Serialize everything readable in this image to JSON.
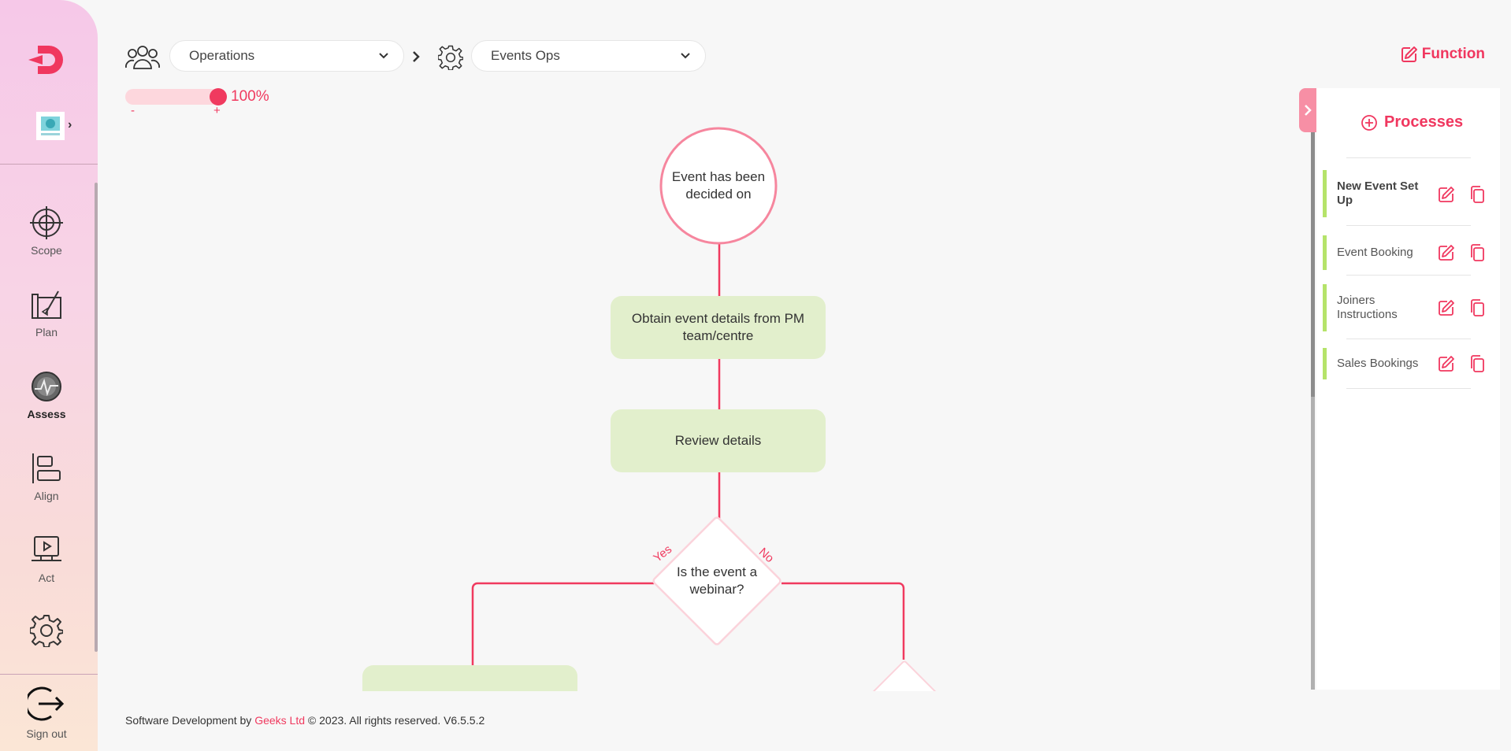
{
  "nav": {
    "items": [
      {
        "label": "Scope",
        "icon": "target-icon"
      },
      {
        "label": "Plan",
        "icon": "blueprint-icon"
      },
      {
        "label": "Assess",
        "icon": "assess-icon",
        "active": true
      },
      {
        "label": "Align",
        "icon": "align-icon"
      },
      {
        "label": "Act",
        "icon": "act-icon"
      }
    ],
    "signout_label": "Sign out"
  },
  "breadcrumb": {
    "level1": "Operations",
    "level2": "Events Ops"
  },
  "function_button": "Function",
  "zoom": {
    "value": "100%",
    "minus": "-",
    "plus": "+",
    "level": 1.0
  },
  "flowchart": {
    "start": "Event has been decided on",
    "step1": "Obtain event details from PM team/centre",
    "step2": "Review details",
    "decision": "Is the event a webinar?",
    "yes": "Yes",
    "no": "No"
  },
  "processes": {
    "title": "Processes",
    "items": [
      {
        "name": "New Event Set Up",
        "active": true
      },
      {
        "name": "Event Booking"
      },
      {
        "name": "Joiners Instructions"
      },
      {
        "name": "Sales Bookings"
      }
    ]
  },
  "footer": {
    "prefix": "Software Development by",
    "brand": "Geeks Ltd",
    "suffix": "© 2023. All rights reserved. V6.5.5.2"
  },
  "colors": {
    "accent": "#f03a5f",
    "node_green": "#e2efcc",
    "status_green": "#b5e36a"
  }
}
